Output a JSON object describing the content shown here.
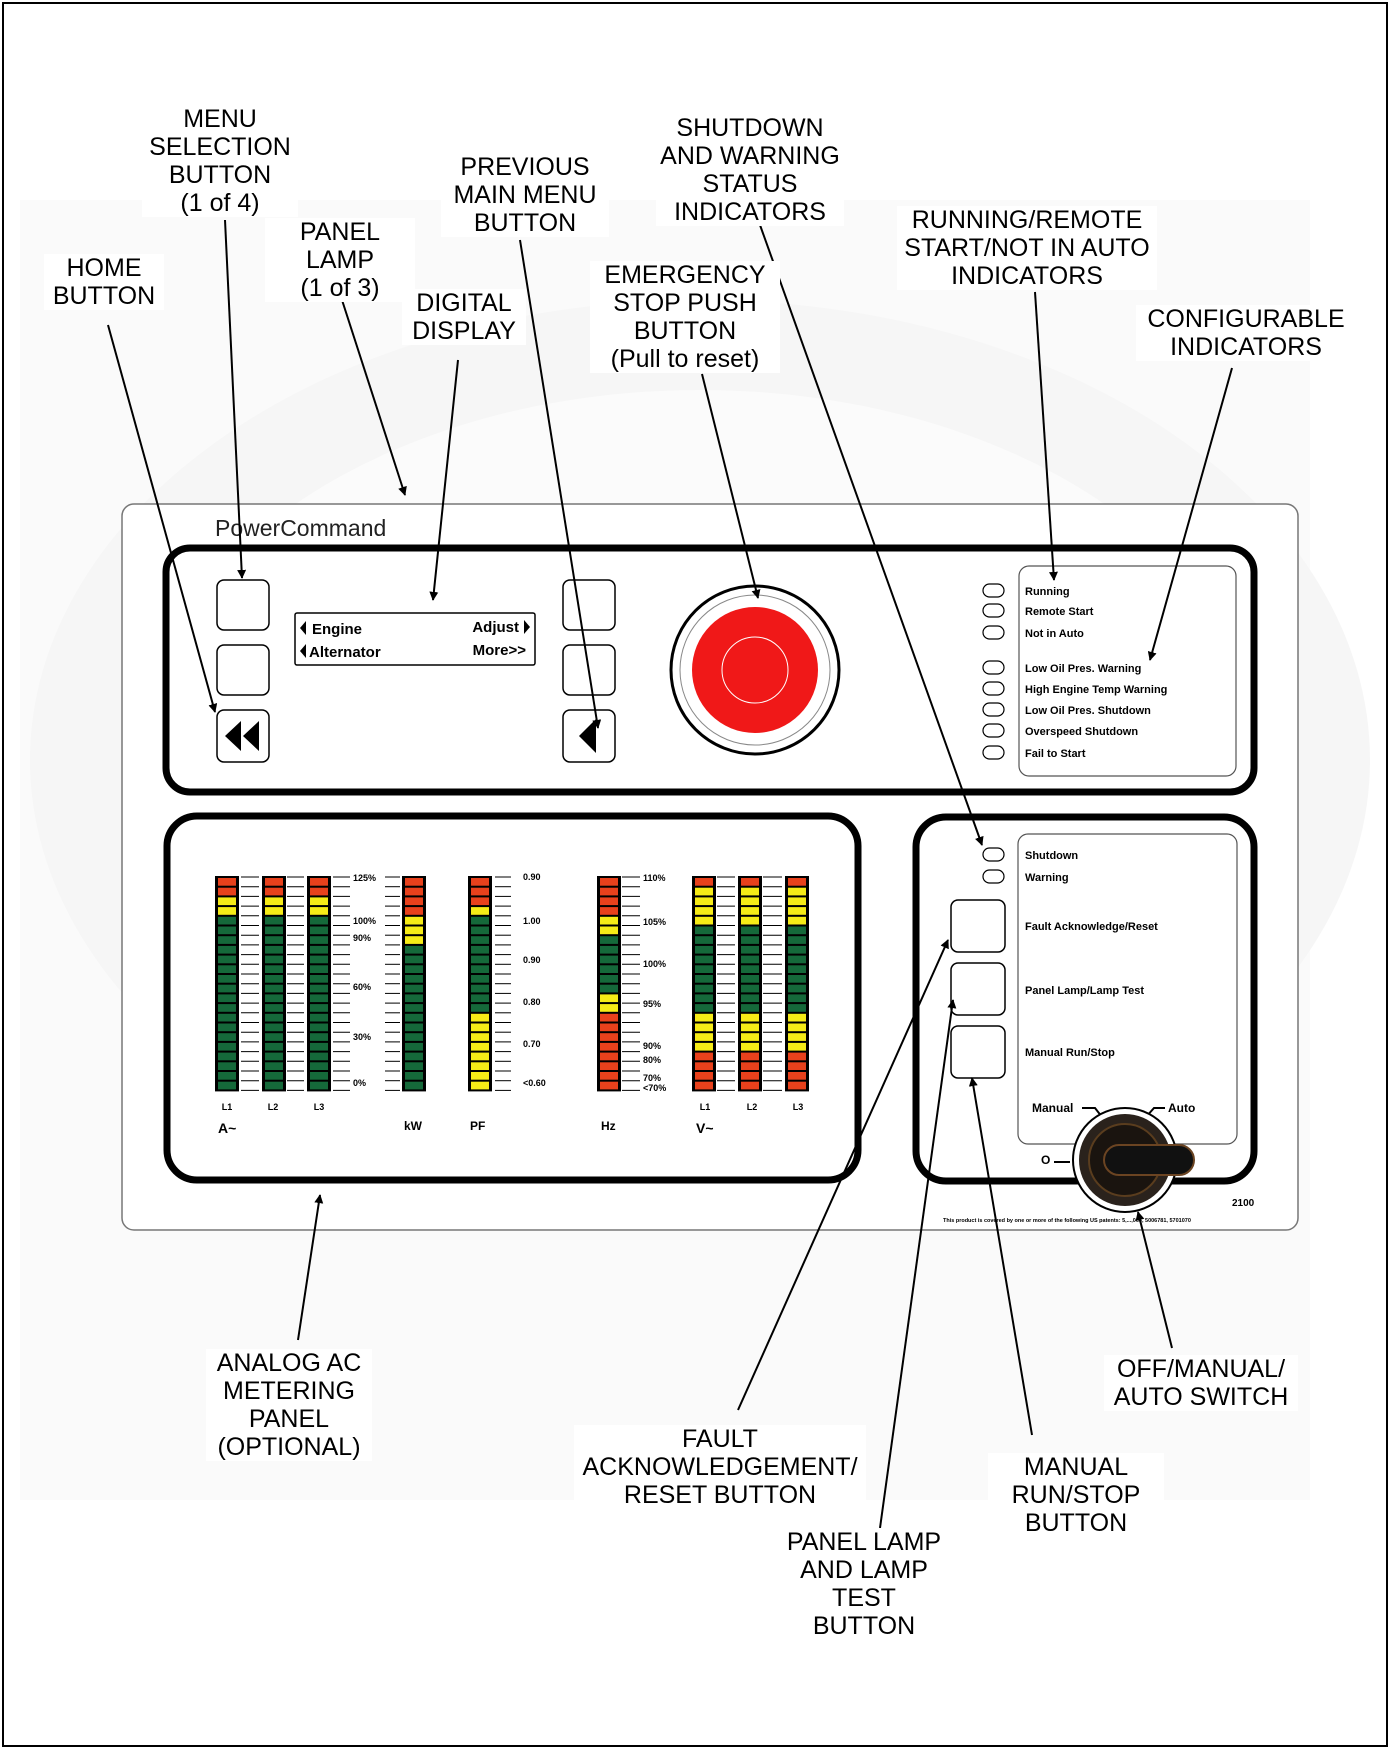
{
  "panel": {
    "brand": "PowerCommand",
    "model": "2100",
    "patent_note": "This product is covered by one or more of the following US patents: 5,...,068, 5006781, 5701070"
  },
  "display": {
    "line1_left": "Engine",
    "line1_right": "Adjust",
    "line2_left": "Alternator",
    "line2_right": "More>>"
  },
  "indicators_top": [
    "Running",
    "Remote Start",
    "Not in Auto"
  ],
  "indicators_config": [
    "Low Oil Pres. Warning",
    "High Engine Temp Warning",
    "Low Oil Pres. Shutdown",
    "Overspeed Shutdown",
    "Fail to Start"
  ],
  "status": {
    "shutdown": "Shutdown",
    "warning": "Warning"
  },
  "buttons": {
    "fault_reset": "Fault Acknowledge/Reset",
    "lamp_test": "Panel Lamp/Lamp Test",
    "manual_run": "Manual Run/Stop"
  },
  "switch": {
    "manual": "Manual",
    "auto": "Auto",
    "off": "O"
  },
  "meter": {
    "amp_scale": [
      "125%",
      "100%",
      "90%",
      "60%",
      "30%",
      "0%"
    ],
    "pf_scale": [
      "0.90",
      "1.00",
      "0.90",
      "0.80",
      "0.70",
      "<0.60"
    ],
    "hz_scale": [
      "110%",
      "105%",
      "100%",
      "95%",
      "90%",
      "80%",
      "70%",
      "<70%"
    ],
    "phase_labels": [
      "L1",
      "L2",
      "L3"
    ],
    "group_labels": {
      "amps": "A~",
      "kw": "kW",
      "pf": "PF",
      "hz": "Hz",
      "volts": "V~"
    }
  },
  "callouts": {
    "menu_selection": "MENU\nSELECTION\nBUTTON\n(1 of 4)",
    "previous_menu": "PREVIOUS\nMAIN MENU\nBUTTON",
    "shutdown_warning": "SHUTDOWN\nAND WARNING\nSTATUS\nINDICATORS",
    "running_remote": "RUNNING/REMOTE\nSTART/NOT IN AUTO\nINDICATORS",
    "panel_lamp": "PANEL\nLAMP\n(1 of 3)",
    "home": "HOME\nBUTTON",
    "digital_display": "DIGITAL\nDISPLAY",
    "estop": "EMERGENCY\nSTOP PUSH\nBUTTON\n(Pull to reset)",
    "configurable": "CONFIGURABLE\nINDICATORS",
    "analog_panel": "ANALOG AC\nMETERING\nPANEL\n(OPTIONAL)",
    "fault_ack": "FAULT\nACKNOWLEDGEMENT/\nRESET BUTTON",
    "lamp_test_btn": "PANEL LAMP\nAND LAMP\nTEST\nBUTTON",
    "manual_run_btn": "MANUAL\nRUN/STOP\nBUTTON",
    "off_manual_auto": "OFF/MANUAL/\nAUTO SWITCH"
  }
}
